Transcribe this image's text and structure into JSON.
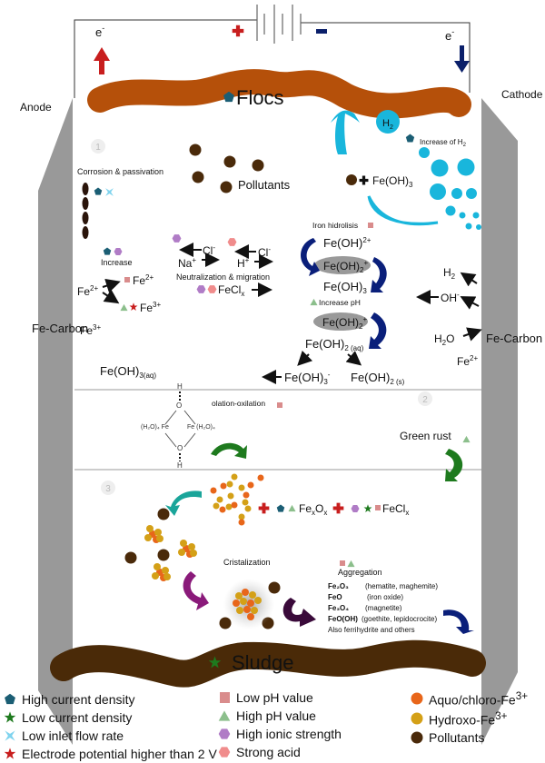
{
  "title": "Electrocoagulation with Fe-Carbon electrodes",
  "electrodes": {
    "anode_label": "Anode",
    "cathode_label": "Cathode",
    "material_left": "Fe-Carbon",
    "material_right": "Fe-Carbon"
  },
  "power": {
    "plus": "+",
    "minus": "−",
    "electron_left": "e",
    "electron_right": "e",
    "electron_charge": "-"
  },
  "flocs_label": "Flocs",
  "sludge_label": "Sludge",
  "zones": {
    "zone1": "1",
    "zone2": "2",
    "zone3": "3"
  },
  "zone1": {
    "corrosion": "Corrosion & passivation",
    "pollutants": "Pollutants",
    "increase": "Increase",
    "fe2_left": "Fe",
    "fe2_sup": "2+",
    "fe2_product": "Fe",
    "fe2_product_sup": "2+",
    "fe3_product": "Fe",
    "fe3_product_sup": "3+",
    "fe3_left": "Fe",
    "fe3_left_sup": "3+",
    "feoh3aq": "Fe(OH)",
    "feoh3aq_sub": "3(aq)",
    "na": "Na",
    "na_sup": "+",
    "cl1": "Cl",
    "cl1_sup": "-",
    "h": "H",
    "h_sup": "+",
    "cl2": "Cl",
    "cl2_sup": "-",
    "neutralization": "Neutralization & migration",
    "fecl": "FeCl",
    "fecl_sub": "x",
    "feoh3_pollutant": "Fe(OH)",
    "feoh3_pollutant_sub": "3",
    "increase_h2": "Increase of H",
    "increase_h2_sub": "2",
    "h2_bubble": "H",
    "h2_bubble_sub": "2",
    "iron_hydrolysis": "Iron hidrolisis",
    "feoh_2plus": "Fe(OH)",
    "feoh_2plus_sup": "2+",
    "feoh2_plus": "Fe(OH)",
    "feoh2_plus_sub": "2",
    "feoh2_plus_sup": "+",
    "feoh3": "Fe(OH)",
    "feoh3_sub": "3",
    "increase_ph": "Increase pH",
    "feoh2_plus_b": "Fe(OH)",
    "feoh2_plus_b_sub": "2",
    "feoh2_plus_b_sup": "+",
    "feoh2aq": "Fe(OH)",
    "feoh2aq_sub": "2 (aq)",
    "feoh3_minus": "Fe(OH)",
    "feoh3_minus_sub": "3",
    "feoh3_minus_sup": "-",
    "feoh2s": "Fe(OH)",
    "feoh2s_sub": "2 (s)",
    "cathode_h2": "H",
    "cathode_h2_sub": "2",
    "cathode_oh": "OH",
    "cathode_oh_sup": "-",
    "cathode_h2o": "H",
    "cathode_h2o_sub": "2",
    "cathode_h2o_o": "O",
    "cathode_fe": "Fe",
    "cathode_fe_sup": "2+"
  },
  "zone2": {
    "olation": "olation-oxilation",
    "left_ligand": "(H₂O)₄ Fe",
    "right_ligand": "Fe (H₂O)₄",
    "o_top": "O",
    "o_bottom": "O",
    "h_top": "H",
    "h_bottom": "H",
    "green_rust": "Green rust"
  },
  "zone3": {
    "fexox": "Fe",
    "fexox_sub1": "x",
    "fexox_o": "O",
    "fexox_sub2": "x",
    "fecl": "FeCl",
    "fecl_sub": "x",
    "cristalization": "Cristalization",
    "aggregation": "Aggregation",
    "oxides": [
      {
        "formula": "Fe₂O₃",
        "desc": "(hematite, maghemite)"
      },
      {
        "formula": "FeO",
        "desc": "(iron oxide)"
      },
      {
        "formula": "Fe₃O₄",
        "desc": "(magnetite)"
      },
      {
        "formula": "FeO(OH)",
        "desc": "(goethite, lepidocrocite)"
      }
    ],
    "also": "Also ferrihydrite and others"
  },
  "legend": {
    "col1": [
      {
        "icon": "pentagon",
        "color": "#1b5e74",
        "label": "High current density"
      },
      {
        "icon": "star",
        "color": "#1e7a1e",
        "label": "Low current density"
      },
      {
        "icon": "sparkle",
        "color": "#7fd3ee",
        "label": "Low inlet flow rate"
      },
      {
        "icon": "star",
        "color": "#c81e1e",
        "label": "Electrode potential higher than 2 V"
      }
    ],
    "col2": [
      {
        "icon": "square",
        "color": "#d98c8c",
        "label": "Low pH value"
      },
      {
        "icon": "triangle",
        "color": "#8cbf8c",
        "label": "High pH value"
      },
      {
        "icon": "hexagon",
        "color": "#b07cc6",
        "label": "High ionic strength"
      },
      {
        "icon": "hexagon",
        "color": "#f08c8c",
        "label": "Strong acid"
      }
    ],
    "col3": [
      {
        "icon": "circle",
        "color": "#e8661a",
        "label": "Aquo/chloro-Fe",
        "sup": "3+"
      },
      {
        "icon": "circle",
        "color": "#d4a017",
        "label": "Hydroxo-Fe",
        "sup": "3+"
      },
      {
        "icon": "circle",
        "color": "#4a2a0a",
        "label": "Pollutants",
        "sup": ""
      }
    ]
  },
  "colors": {
    "electrode": "#999999",
    "flocs": "#b5500a",
    "sludge": "#4a2a08",
    "bubble": "#19b6dc",
    "arrow_blue": "#0a1f7a",
    "arrow_green": "#1e7a1e",
    "arrow_teal": "#1aa59a",
    "arrow_purple": "#8a1a7a",
    "arrow_dark": "#3a0a3a",
    "red": "#c81e1e",
    "navy": "#0a1f6a"
  }
}
